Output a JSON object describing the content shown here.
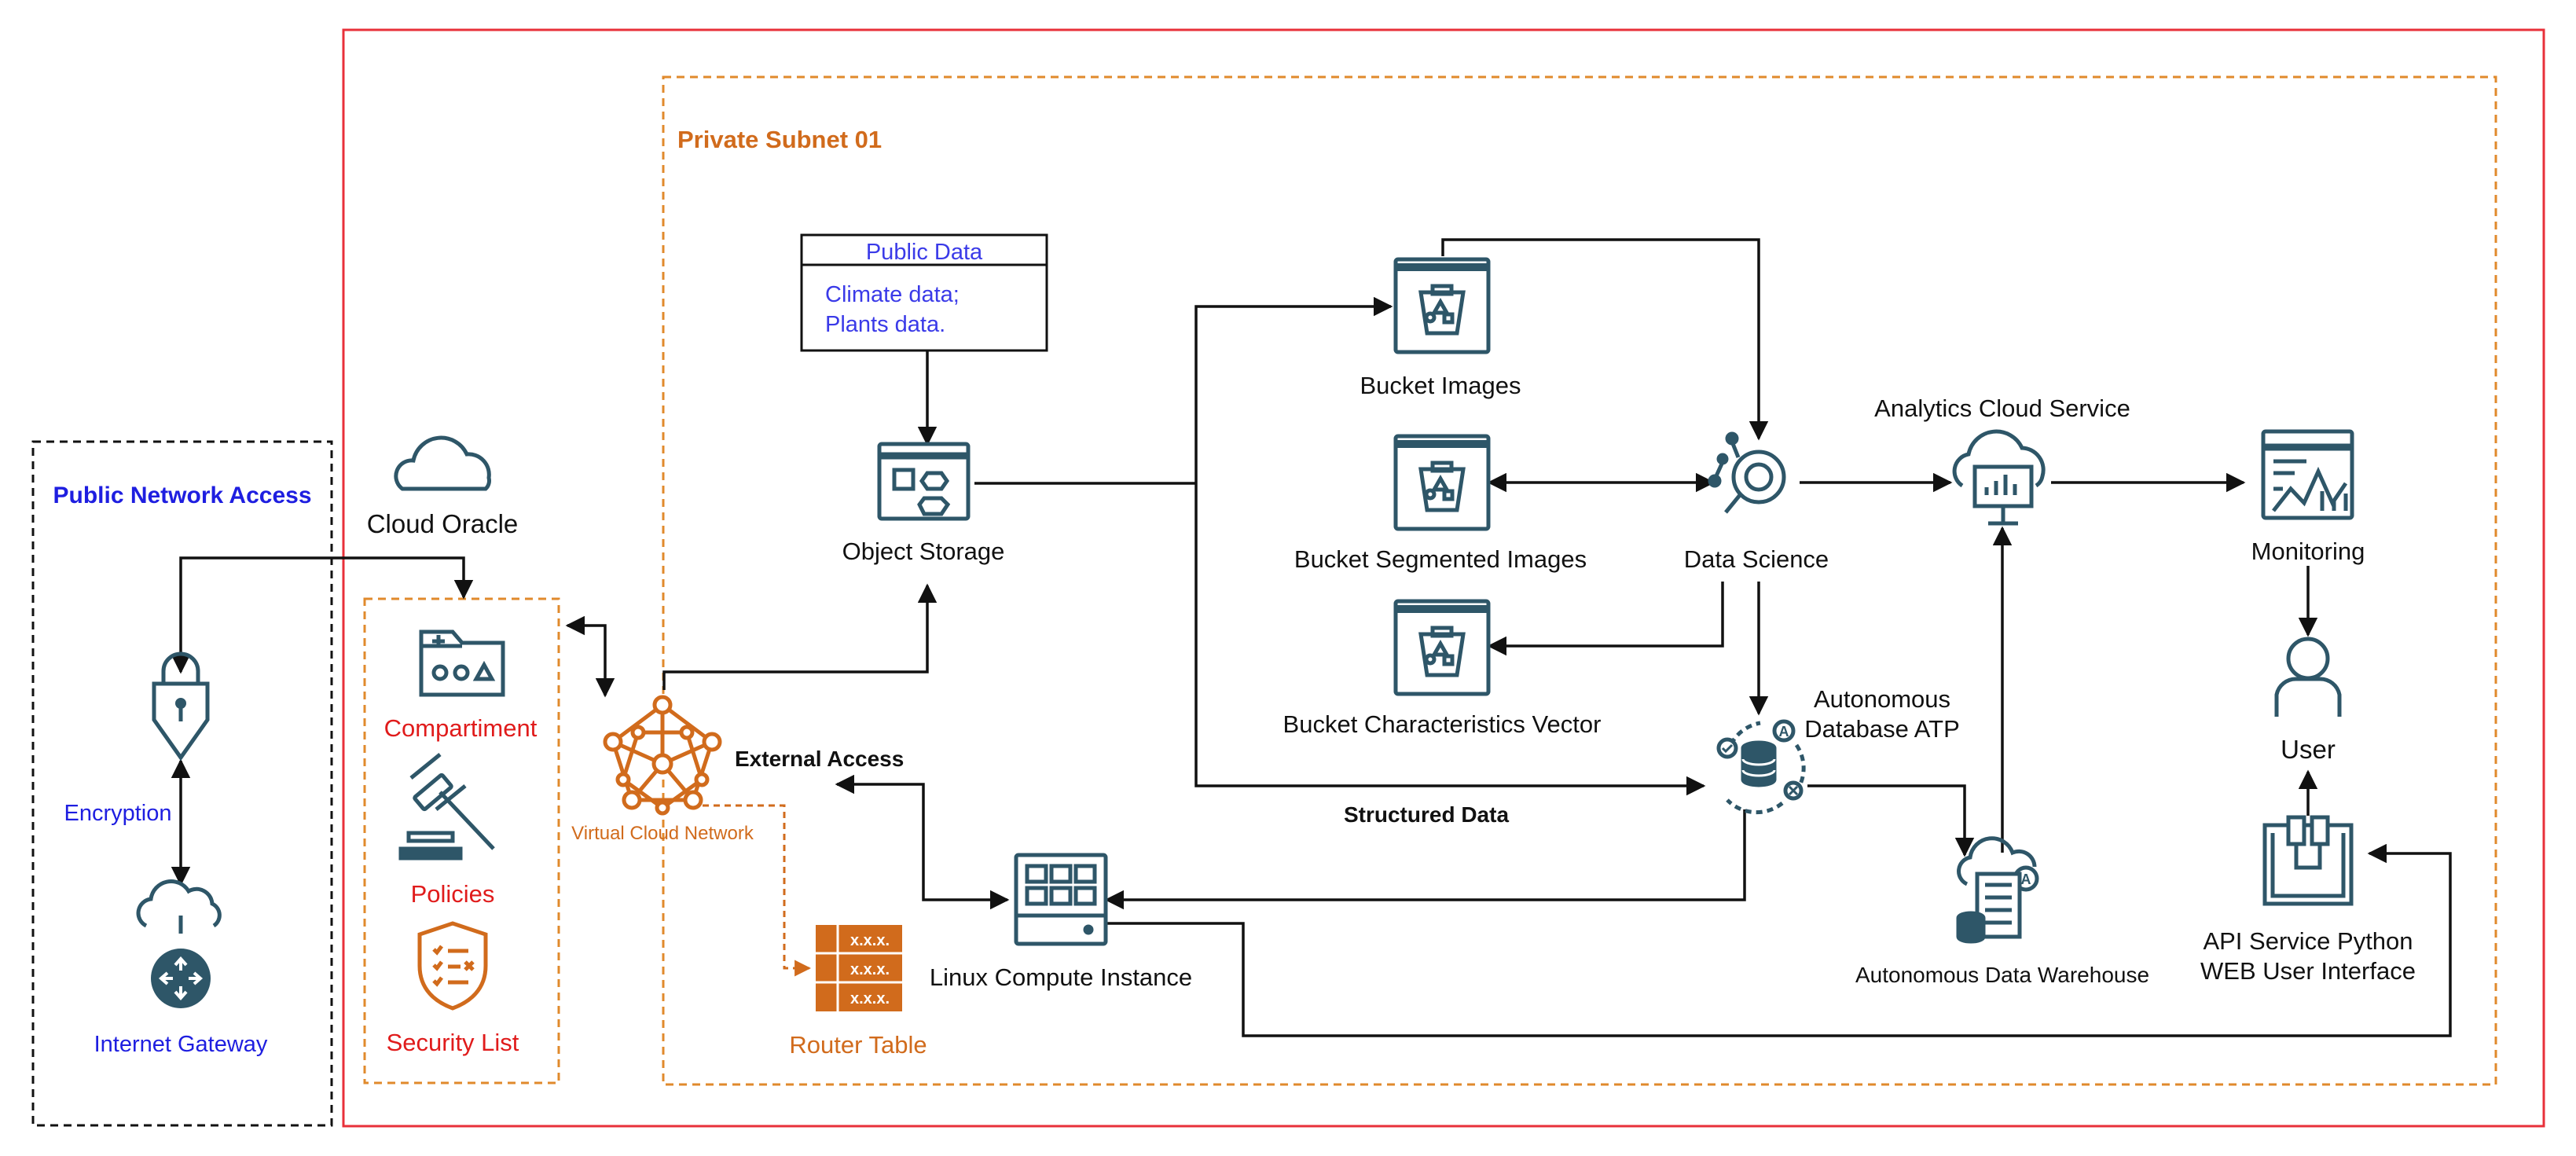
{
  "colors": {
    "teal": "#2e5668",
    "orange": "#d16b1c",
    "red": "#e01b1b",
    "blue": "#1e1ee0",
    "dark": "#111111",
    "frame_red": "#e8303a",
    "subnet_orange": "#e08a2c",
    "white": "#ffffff"
  },
  "public_network": {
    "title": "Public Network Access",
    "encryption_label": "Encryption",
    "internet_gateway_label": "Internet Gateway",
    "icons": [
      "lock-icon",
      "cloud-router-icon"
    ]
  },
  "cloud_oracle": {
    "label": "Cloud Oracle",
    "icon": "cloud-icon"
  },
  "compartment_group": {
    "compartiment_label": "Compartiment",
    "policies_label": "Policies",
    "security_list_label": "Security List",
    "icons": [
      "folder-icon",
      "gavel-icon",
      "shield-list-icon"
    ]
  },
  "vcn": {
    "label": "Virtual Cloud Network",
    "icon": "network-pentagon-icon"
  },
  "subnet": {
    "title": "Private Subnet 01"
  },
  "public_data": {
    "header": "Public Data",
    "line1": "Climate data;",
    "line2": "Plants data."
  },
  "nodes": {
    "object_storage": "Object Storage",
    "bucket_images": "Bucket Images",
    "bucket_segmented": "Bucket Segmented Images",
    "bucket_vector": "Bucket Characteristics Vector",
    "data_science": "Data Science",
    "analytics": "Analytics Cloud Service",
    "monitoring": "Monitoring",
    "user": "User",
    "atp_line1": "Autonomous",
    "atp_line2": "Database ATP",
    "adw": "Autonomous Data Warehouse",
    "api_line1": "API Service Python",
    "api_line2": "WEB User Interface",
    "linux": "Linux Compute Instance",
    "router_table": "Router Table",
    "router_cell": "x.x.x."
  },
  "edge_labels": {
    "external_access": "External Access",
    "structured_data": "Structured Data"
  }
}
